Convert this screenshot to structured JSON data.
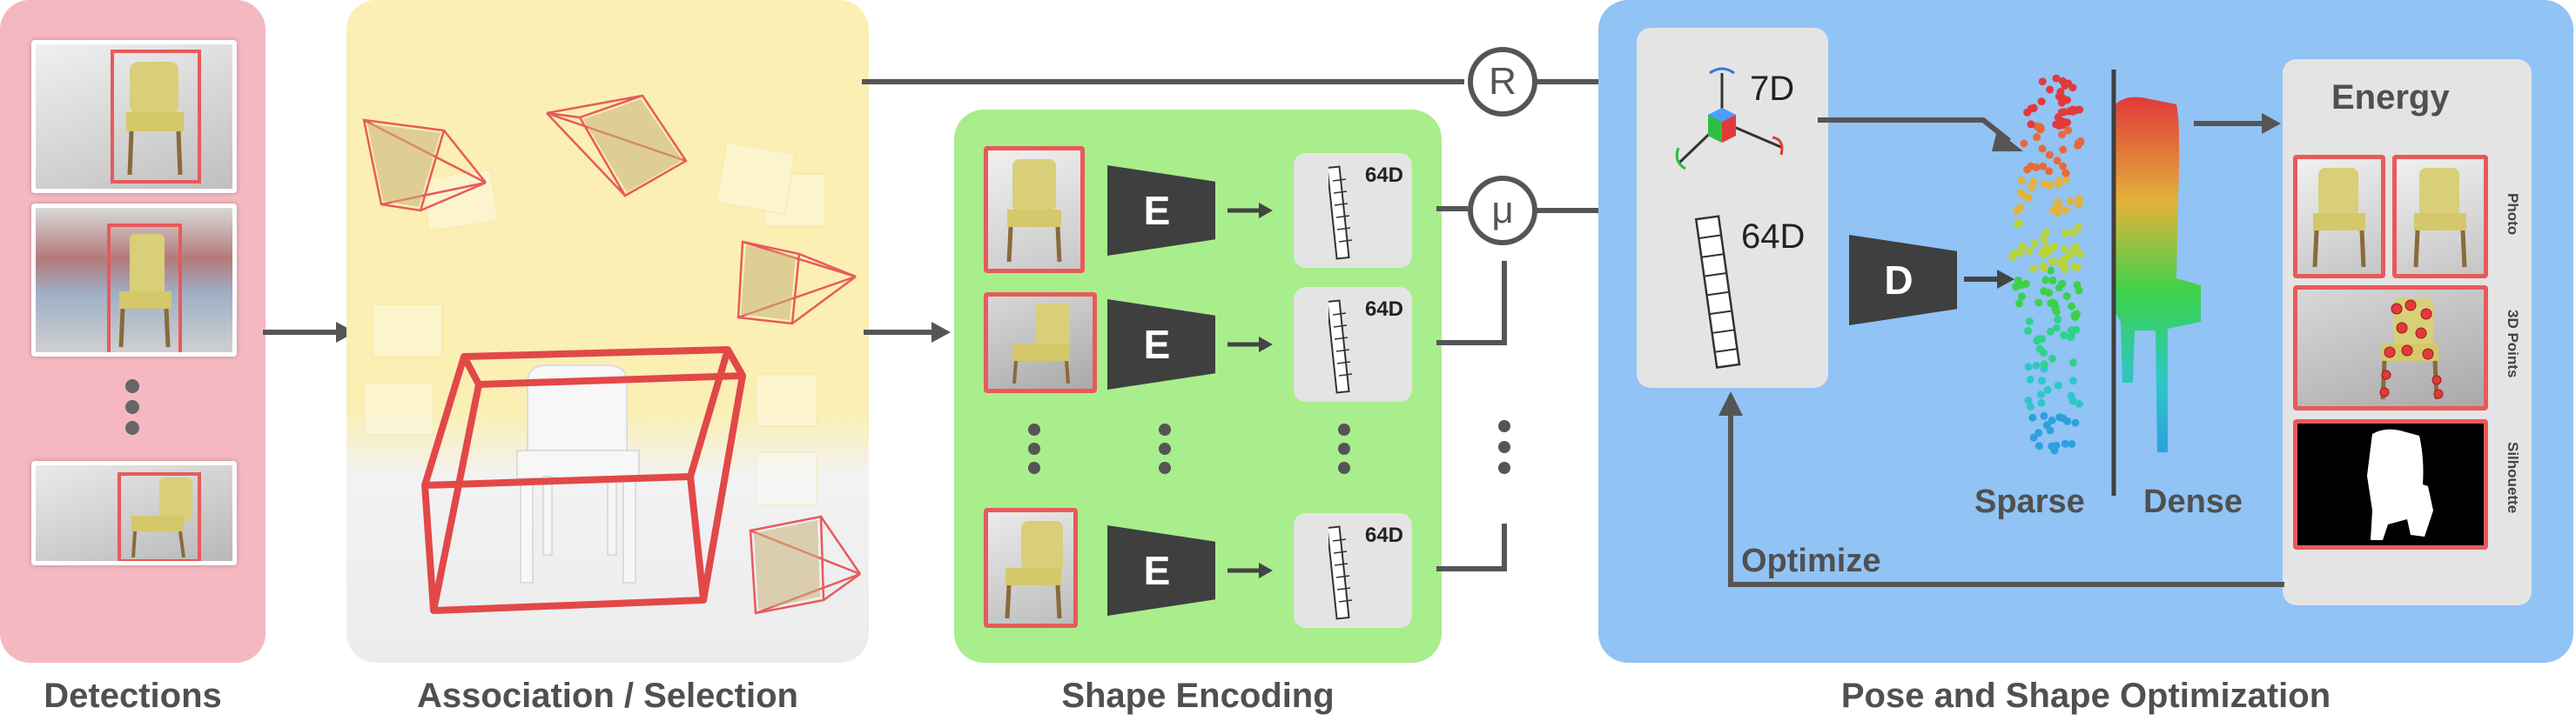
{
  "captions": {
    "detections": "Detections",
    "association": "Association  / Selection",
    "shape_encoding": "Shape Encoding",
    "pose_shape": "Pose and Shape Optimization"
  },
  "symbols": {
    "rotation": "R",
    "mean": "μ",
    "encoder": "E",
    "decoder": "D"
  },
  "labels": {
    "dim64": "64D",
    "dim7": "7D",
    "sparse": "Sparse",
    "dense": "Dense",
    "energy": "Energy",
    "optimize": "Optimize",
    "photo": "Photo",
    "points3d": "3D Points",
    "silhouette": "Silhouette"
  },
  "colors": {
    "pink_panel": "#f6b8c0",
    "yellow_panel": "#fbefb3",
    "green_panel": "#a8ee8c",
    "blue_panel": "#91c3f5",
    "red_frame": "#e85a5a",
    "dark": "#3f3f3f"
  }
}
